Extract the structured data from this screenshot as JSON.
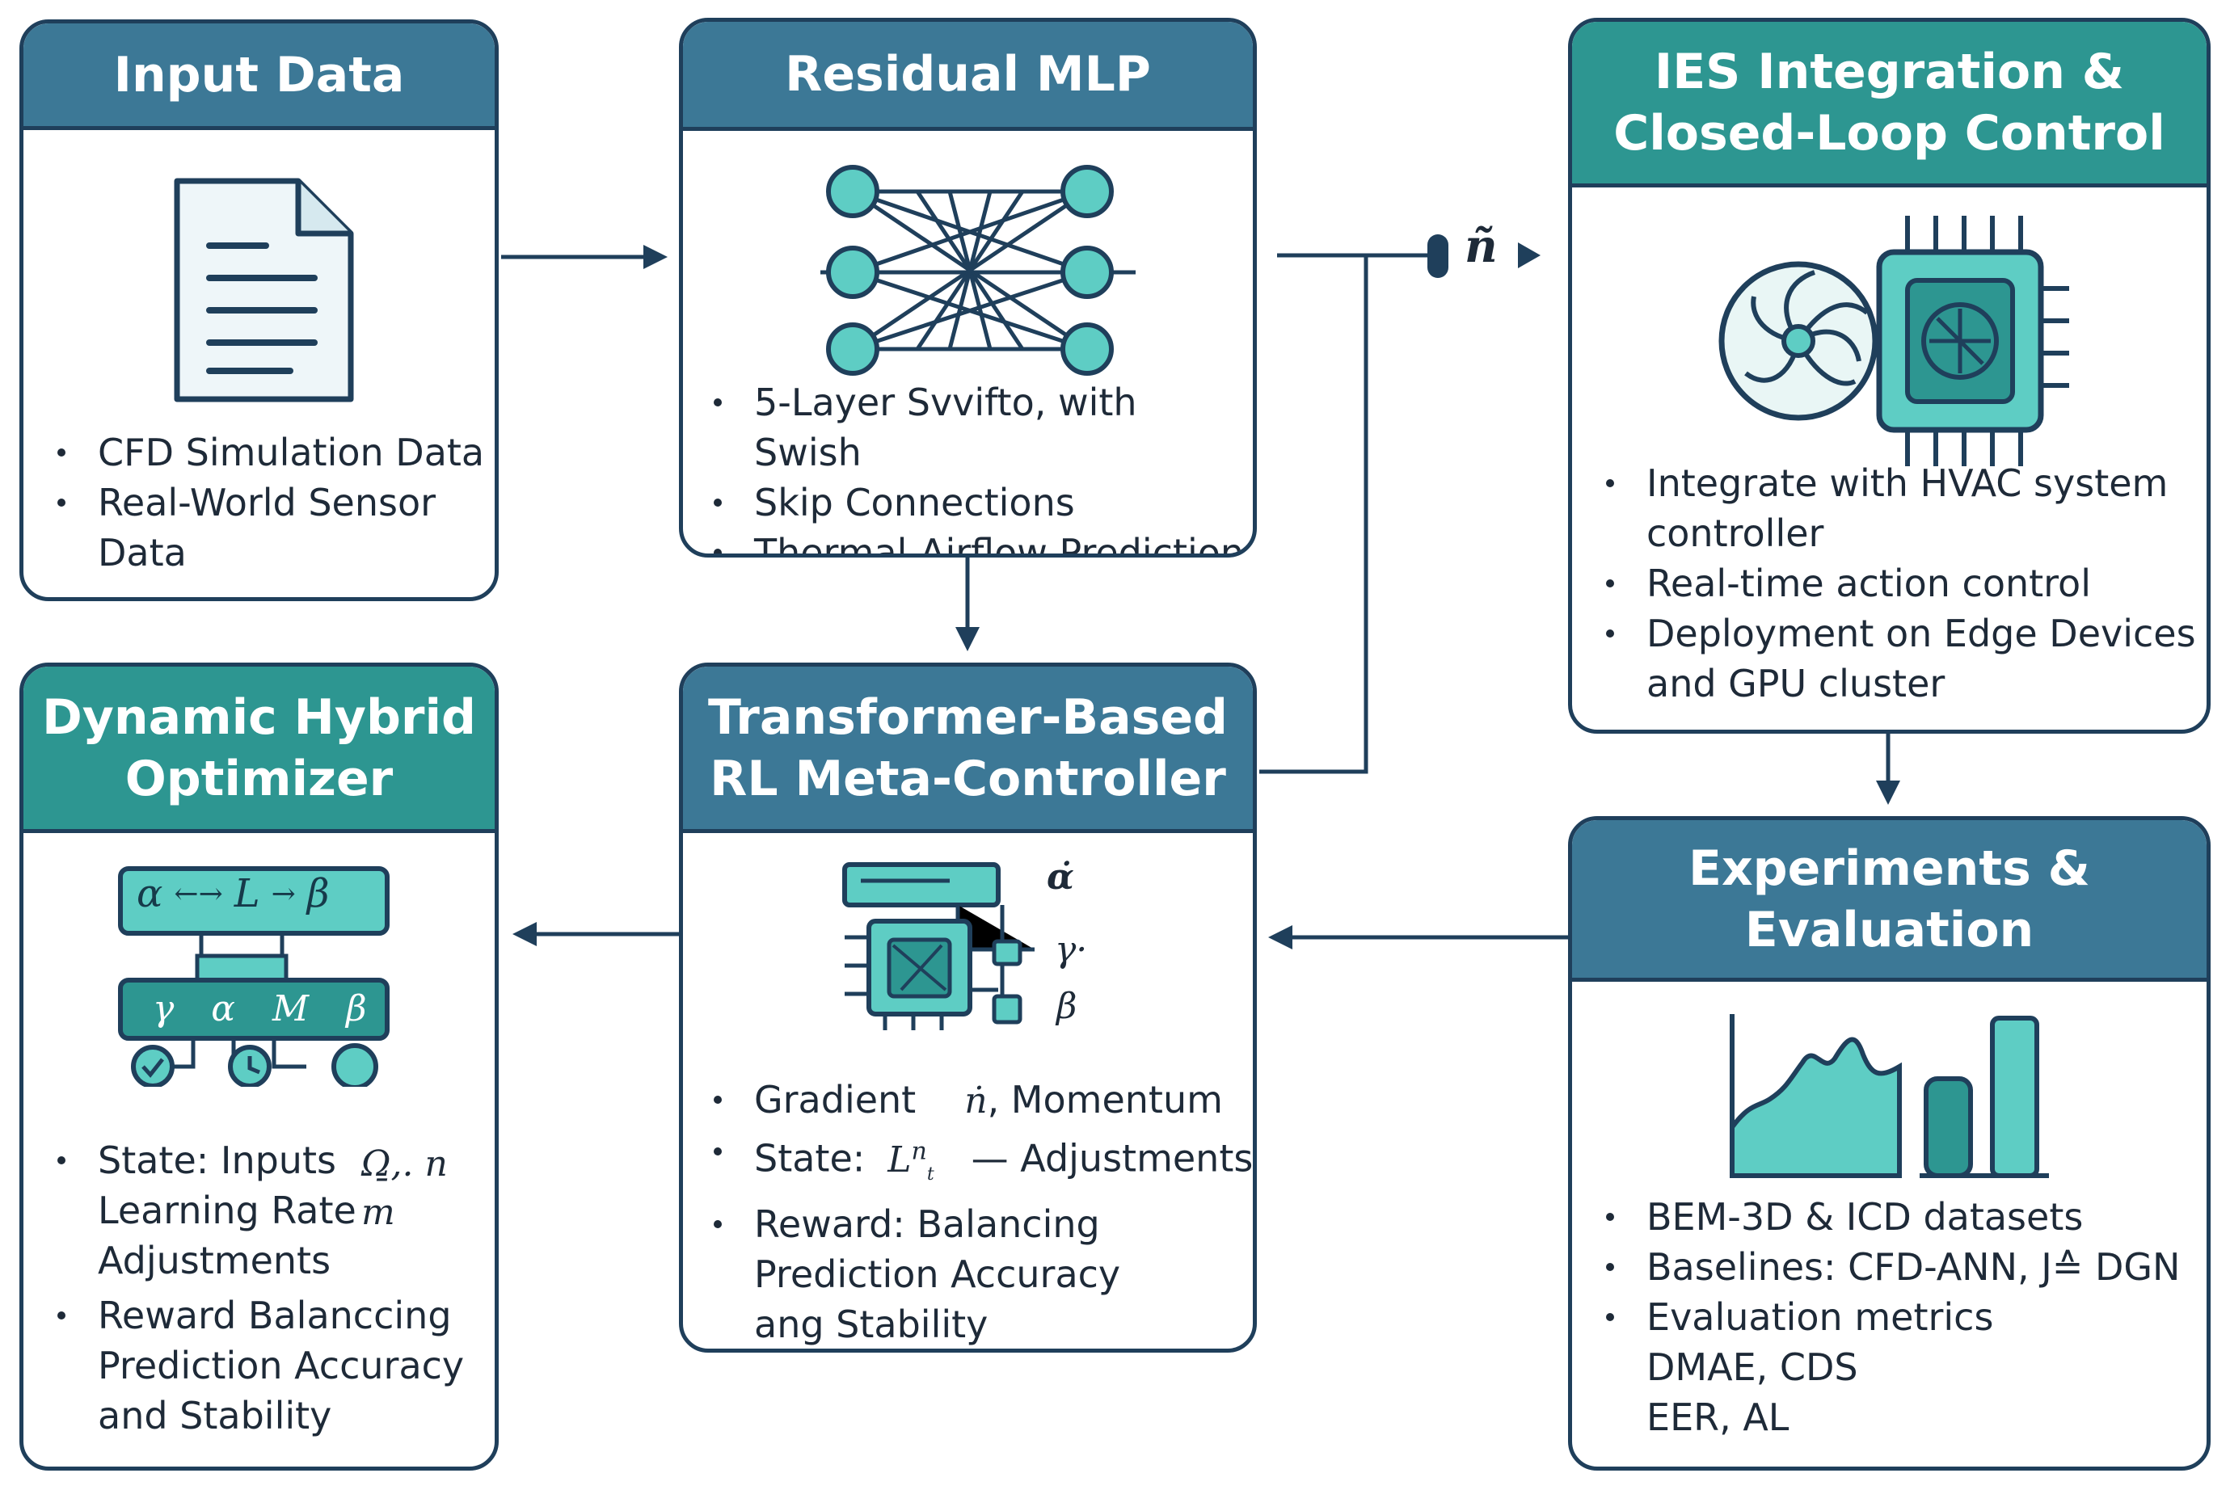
{
  "boxes": {
    "input_data": {
      "title": "Input Data",
      "bullets": [
        "CFD Simulation Data",
        "Real-World Sensor Data"
      ]
    },
    "residual_mlp": {
      "title": "Residual MLP",
      "bullets": [
        "5-Layer Svvifto, with Swish",
        "Skip Connections",
        "Thermal-Airflow Prediction"
      ]
    },
    "ies_integration": {
      "title_line1": "IES Integration &",
      "title_line2": "Closed-Loop Control",
      "bullets": [
        "Integrate with HVAC system controller",
        "Real-time action control",
        "Deployment on Edge Devices and GPU cluster"
      ]
    },
    "hybrid_optimizer": {
      "title_line1": "Dynamic Hybrid",
      "title_line2": "Optimizer",
      "bullets": [
        "State: Inputs",
        "Learning Rate",
        "Adjustments",
        "Reward Balanccing",
        "Prediction Accuracy",
        "and Stability"
      ],
      "formula_top": [
        "α",
        "←→",
        "L",
        "→",
        "β"
      ],
      "formula_bottom": [
        "γ",
        "α",
        "M",
        "β"
      ],
      "side_symbols": [
        "Ω̱,. n",
        "m"
      ]
    },
    "meta_controller": {
      "title_line1": "Transformer-Based",
      "title_line2": "RL Meta-Controller",
      "bullets": [
        "Gradient",
        "State:",
        "Reward: Balancing",
        "Prediction Accuracy",
        "ang Stability"
      ],
      "bullet_suffix_1": ", Momentum",
      "bullet_suffix_2": "— Adjustments",
      "symbol_n": "ṅ",
      "symbol_L": "L",
      "symbol_L_sup": "n",
      "symbol_L_sub": "t",
      "chip_labels": [
        "α̇",
        "γ·",
        "β"
      ]
    },
    "experiments": {
      "title_line1": "Experiments &",
      "title_line2": "Evaluation",
      "bullets": [
        "BEM-3D & ICD datasets",
        "Baselines: CFD-ANN, J≙ DGN",
        "Evaluation metrics",
        "DMAE, CDS",
        "EER, AL"
      ]
    }
  },
  "connector_label": "ñ",
  "colors": {
    "border": "#1f3f5b",
    "header_blue": "#3c7896",
    "header_teal": "#2d9691",
    "accent_teal": "#5ecdc4",
    "dark_teal": "#1d6b6b"
  }
}
